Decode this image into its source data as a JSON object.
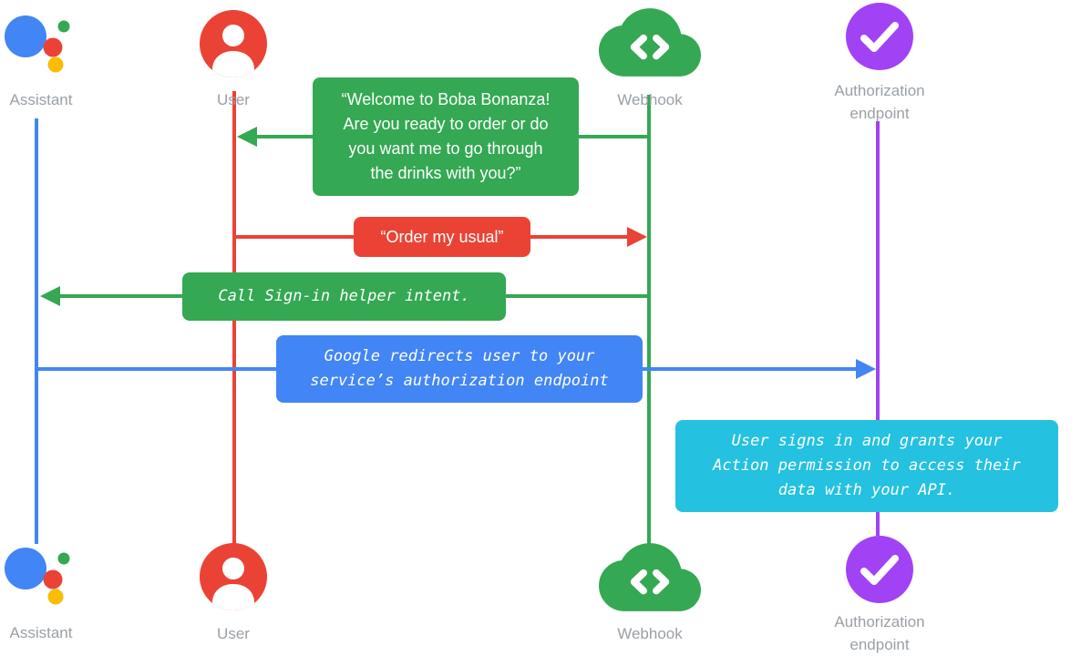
{
  "diagram": {
    "title": "Account linking sign-in sequence diagram",
    "colors": {
      "blue": "#4285F4",
      "red": "#EA4335",
      "green": "#34A853",
      "yellow": "#FBBC04",
      "purple": "#A142F4",
      "cyan": "#24C1E0",
      "label_gray": "#9AA0A6"
    },
    "actors": {
      "assistant": {
        "label": "Assistant"
      },
      "user": {
        "label": "User"
      },
      "webhook": {
        "label": "Webhook"
      },
      "auth": {
        "label_line1": "Authorization",
        "label_line2": "endpoint"
      }
    },
    "messages": {
      "welcome": {
        "from": "Webhook",
        "to": "User",
        "lines": [
          "“Welcome to Boba Bonanza!",
          "Are you ready to order or do",
          "you want me to go through",
          "the drinks with you?”"
        ]
      },
      "order": {
        "from": "User",
        "to": "Webhook",
        "text": "“Order my usual”"
      },
      "signin": {
        "from": "Webhook",
        "to": "Assistant",
        "text": "Call Sign-in helper intent."
      },
      "redirect": {
        "from": "Assistant",
        "to": "Authorization endpoint",
        "lines": [
          "Google redirects user to your",
          "service’s authorization endpoint"
        ]
      },
      "note": {
        "at": "Authorization endpoint",
        "lines": [
          "User signs in and grants your",
          "Action permission to access their",
          "data with your API."
        ]
      }
    }
  }
}
